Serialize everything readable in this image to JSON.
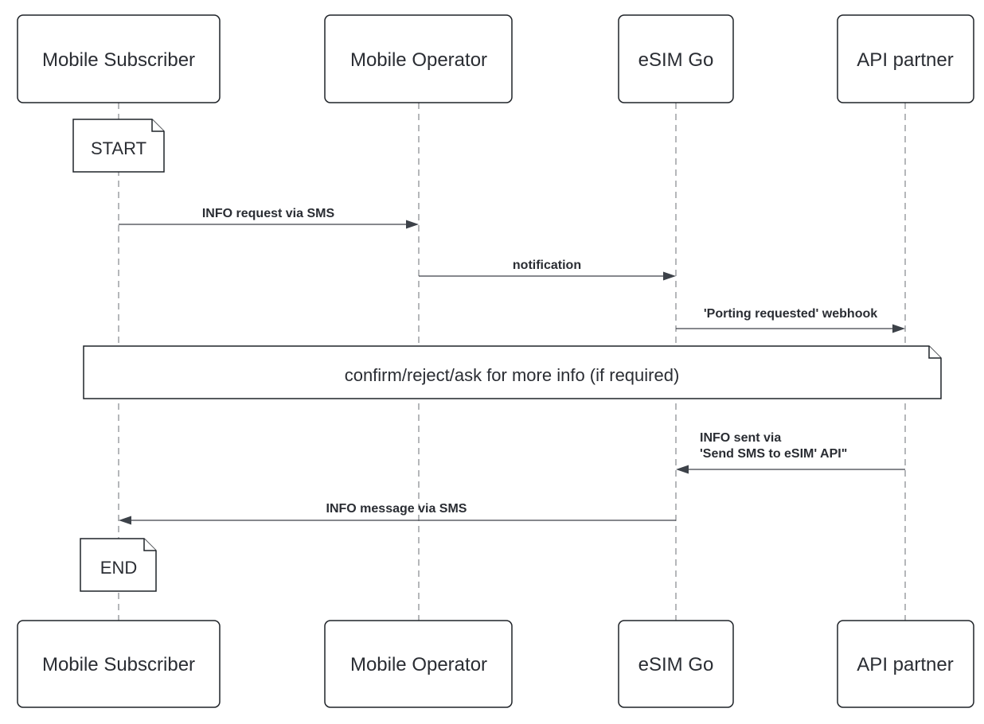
{
  "participants": [
    {
      "id": "subscriber",
      "label": "Mobile Subscriber"
    },
    {
      "id": "operator",
      "label": "Mobile Operator"
    },
    {
      "id": "esimgo",
      "label": "eSIM Go"
    },
    {
      "id": "partner",
      "label": "API partner"
    }
  ],
  "notes": {
    "start": "START",
    "end": "END",
    "decision": "confirm/reject/ask for more info (if required)"
  },
  "messages": [
    {
      "from": "subscriber",
      "to": "operator",
      "lines": [
        "INFO request via SMS"
      ]
    },
    {
      "from": "operator",
      "to": "esimgo",
      "lines": [
        "notification"
      ]
    },
    {
      "from": "esimgo",
      "to": "partner",
      "lines": [
        "'Porting requested' webhook"
      ]
    },
    {
      "from": "partner",
      "to": "esimgo",
      "lines": [
        "INFO sent via",
        "'Send SMS to eSIM' API\""
      ]
    },
    {
      "from": "esimgo",
      "to": "subscriber",
      "lines": [
        "INFO message via SMS"
      ]
    }
  ]
}
